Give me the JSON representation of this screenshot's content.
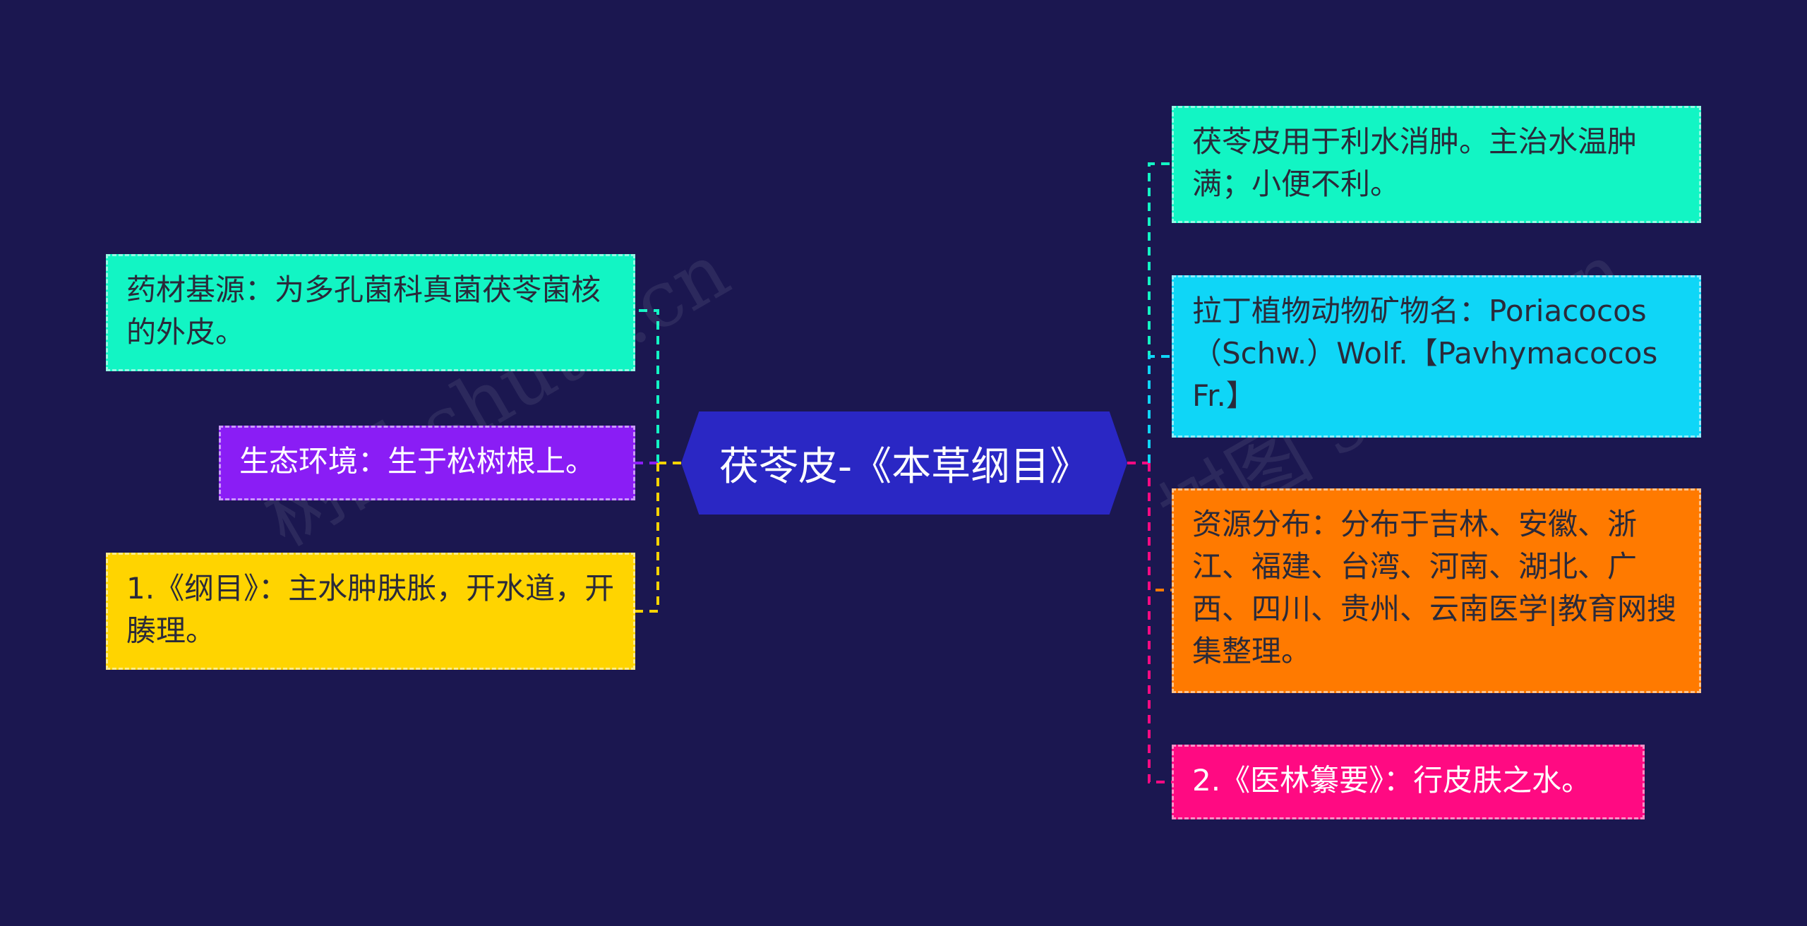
{
  "center": {
    "title": "茯苓皮-《本草纲目》"
  },
  "left_nodes": [
    {
      "text": "药材基源：为多孔菌科真菌茯苓菌核的外皮。",
      "color": "#12f5c4"
    },
    {
      "text": "生态环境：生于松树根上。",
      "color": "#8a1df5"
    },
    {
      "text": "1.《纲目》：主水肿肤胀，开水道，开腠理。",
      "color": "#ffd400"
    }
  ],
  "right_nodes": [
    {
      "text": "茯苓皮用于利水消肿。主治水温肿满；小便不利。",
      "color": "#12f5c4"
    },
    {
      "text": "拉丁植物动物矿物名：Poriacocos（Schw.）Wolf.【Pavhymacocos Fr.】",
      "color": "#0fd6f7"
    },
    {
      "text": "资源分布：分布于吉林、安徽、浙江、福建、台湾、河南、湖北、广西、四川、贵州、云南医学|教育网搜集整理。",
      "color": "#ff7a00"
    },
    {
      "text": "2.《医林纂要》：行皮肤之水。",
      "color": "#ff0a82"
    }
  ],
  "watermarks": [
    "树图 shutu.cn",
    "树图 shutu.cn"
  ]
}
